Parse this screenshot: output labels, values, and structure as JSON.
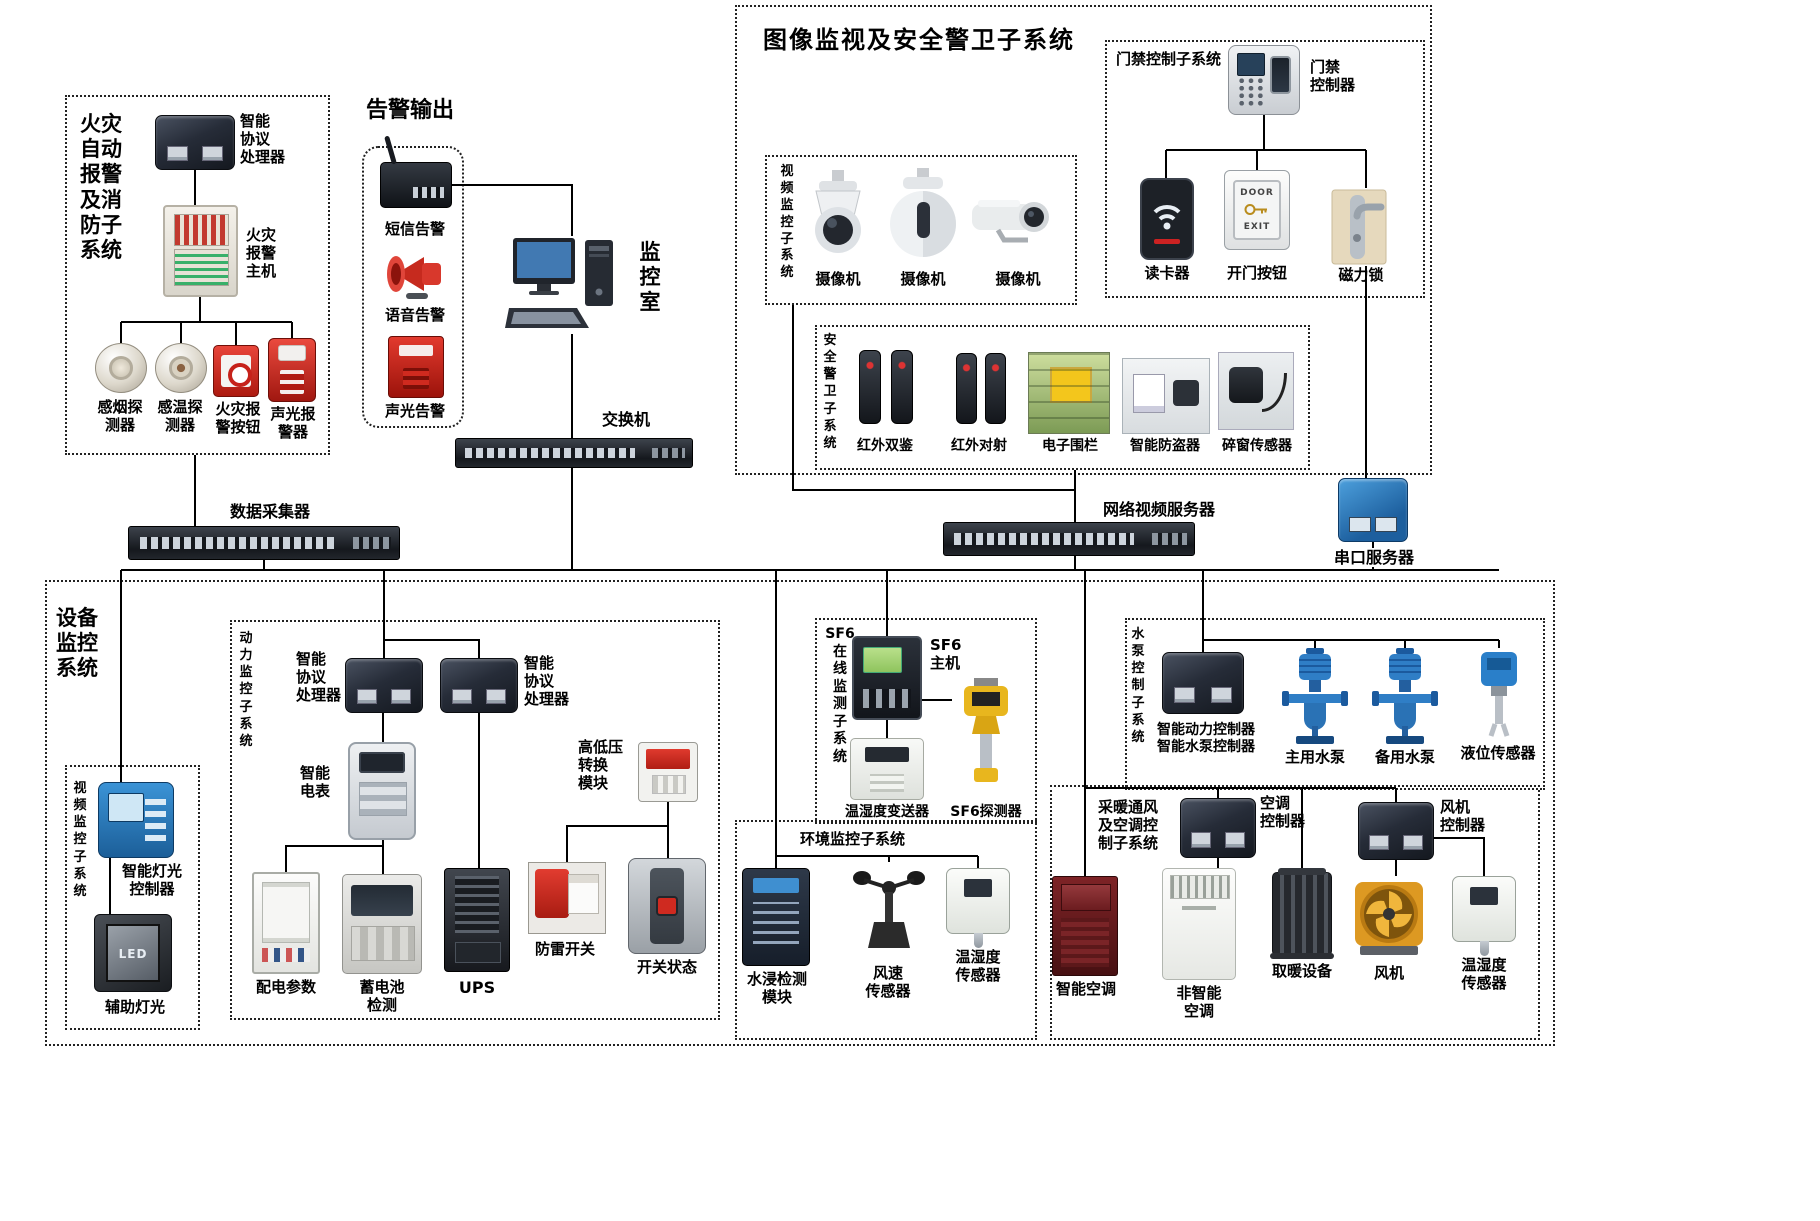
{
  "systems": {
    "surveillance": {
      "title": "图像监视及安全警卫子系统",
      "access": {
        "title": "门禁控制子系统",
        "controller": "门禁\n控制器",
        "reader": "读卡器",
        "exit_button": "开门按钮",
        "lock": "磁力锁",
        "door_text": "DOOR",
        "exit_text": "EXIT"
      },
      "video": {
        "title": "视\n频\n监\n控\n子\n系\n统",
        "camera1": "摄像机",
        "camera2": "摄像机",
        "camera3": "摄像机"
      },
      "guard": {
        "title": "安\n全\n警\n卫\n子\n系\n统",
        "ir_dual": "红外双鉴",
        "ir_beam": "红外对射",
        "fence": "电子围栏",
        "antitheft": "智能防盗器",
        "window": "碎窗传感器"
      }
    },
    "fire": {
      "title": "火灾\n自动\n报警\n及消\n防子\n系统",
      "processor": "智能\n协议\n处理器",
      "host": "火灾\n报警\n主机",
      "smoke": "感烟探\n测器",
      "temp": "感温探\n测器",
      "button": "火灾报\n警按钮",
      "sounder": "声光报\n警器"
    },
    "alarm_output": {
      "title": "告警输出",
      "sms": "短信告警",
      "voice": "语音告警",
      "light": "声光告警"
    },
    "monitor_room": {
      "title": "监\n控\n室"
    },
    "network": {
      "switch": "交换机",
      "collector": "数据采集器",
      "nvr": "网络视频服务器",
      "serial": "串口服务器"
    },
    "equipment": {
      "title": "设备\n监控\n系统",
      "power": {
        "title": "动\n力\n监\n控\n子\n系\n统",
        "proc_left": "智能\n协议\n处理器",
        "proc_right": "智能\n协议\n处理器",
        "meter": "智能\n电表",
        "hv_module": "高低压\n转换\n模块",
        "dist_params": "配电参数",
        "battery": "蓄电池\n检测",
        "ups": "UPS",
        "surge": "防雷开关",
        "breaker": "开关状态"
      },
      "lighting": {
        "title": "视\n频\n监\n控\n子\n系\n统",
        "controller": "智能灯光\n控制器",
        "aux": "辅助灯光",
        "led": "LED"
      },
      "sf6": {
        "title": "SF6\n在\n线\n监\n测\n子\n系\n统",
        "host": "SF6\n主机",
        "transmitter": "温湿度变送器",
        "detector": "SF6探测器"
      },
      "env": {
        "title": "环境监控子系统",
        "water": "水浸检测\n模块",
        "wind": "风速\n传感器",
        "th": "温湿度\n传感器"
      },
      "pump": {
        "title": "水\n泵\n控\n制\n子\n系\n统",
        "controller": "智能动力控制器\n智能水泵控制器",
        "main": "主用水泵",
        "backup": "备用水泵",
        "level": "液位传感器"
      },
      "hvac": {
        "title": "采暖通风\n及空调控\n制子系统",
        "ac_ctrl": "空调\n控制器",
        "fan_ctrl": "风机\n控制器",
        "smart_ac": "智能空调",
        "plain_ac": "非智能\n空调",
        "heater": "取暖设备",
        "fan": "风机",
        "th": "温湿度\n传感器"
      }
    }
  },
  "colors": {
    "line": "#000000",
    "alert_red": "#c62a1e",
    "pump_blue": "#2f7ec6",
    "device_dark": "#20242e",
    "serial_blue": "#2d7fc0",
    "fan_yellow": "#dd9922"
  }
}
